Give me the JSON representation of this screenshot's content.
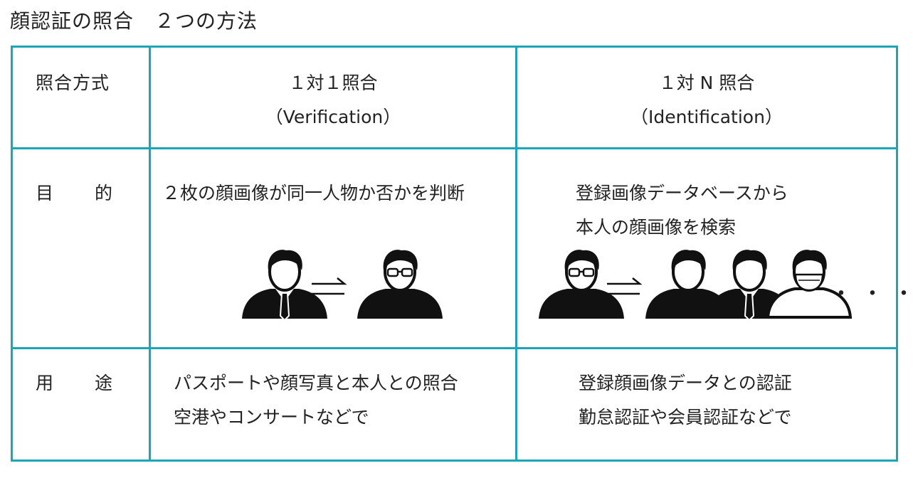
{
  "title": "顔認証の照合　２つの方法",
  "table": {
    "header": {
      "label": "照合方式",
      "col1": [
        "１対１照合",
        "（Verification）"
      ],
      "col2": [
        "１対 N 照合",
        "（Identification）"
      ]
    },
    "purpose": {
      "label_a": "目",
      "label_b": "的",
      "col1": [
        "２枚の顔画像が同一人物か否かを判断"
      ],
      "col2": [
        "登録画像データベースから",
        "本人の顔画像を検索"
      ]
    },
    "use": {
      "label_a": "用",
      "label_b": "途",
      "col1": [
        "パスポートや顔写真と本人との照合",
        "空港やコンサートなどで"
      ],
      "col2": [
        "登録顔画像データとの認証",
        "勤怠認証や会員認証などで"
      ]
    },
    "ellipsis": "・・・"
  },
  "colors": {
    "border": "#1aa6b7",
    "ink": "#111111"
  },
  "icons": [
    "person-suit-icon",
    "person-glasses-icon",
    "person-plain-icon",
    "person-mask-icon",
    "swap-arrows-icon"
  ]
}
